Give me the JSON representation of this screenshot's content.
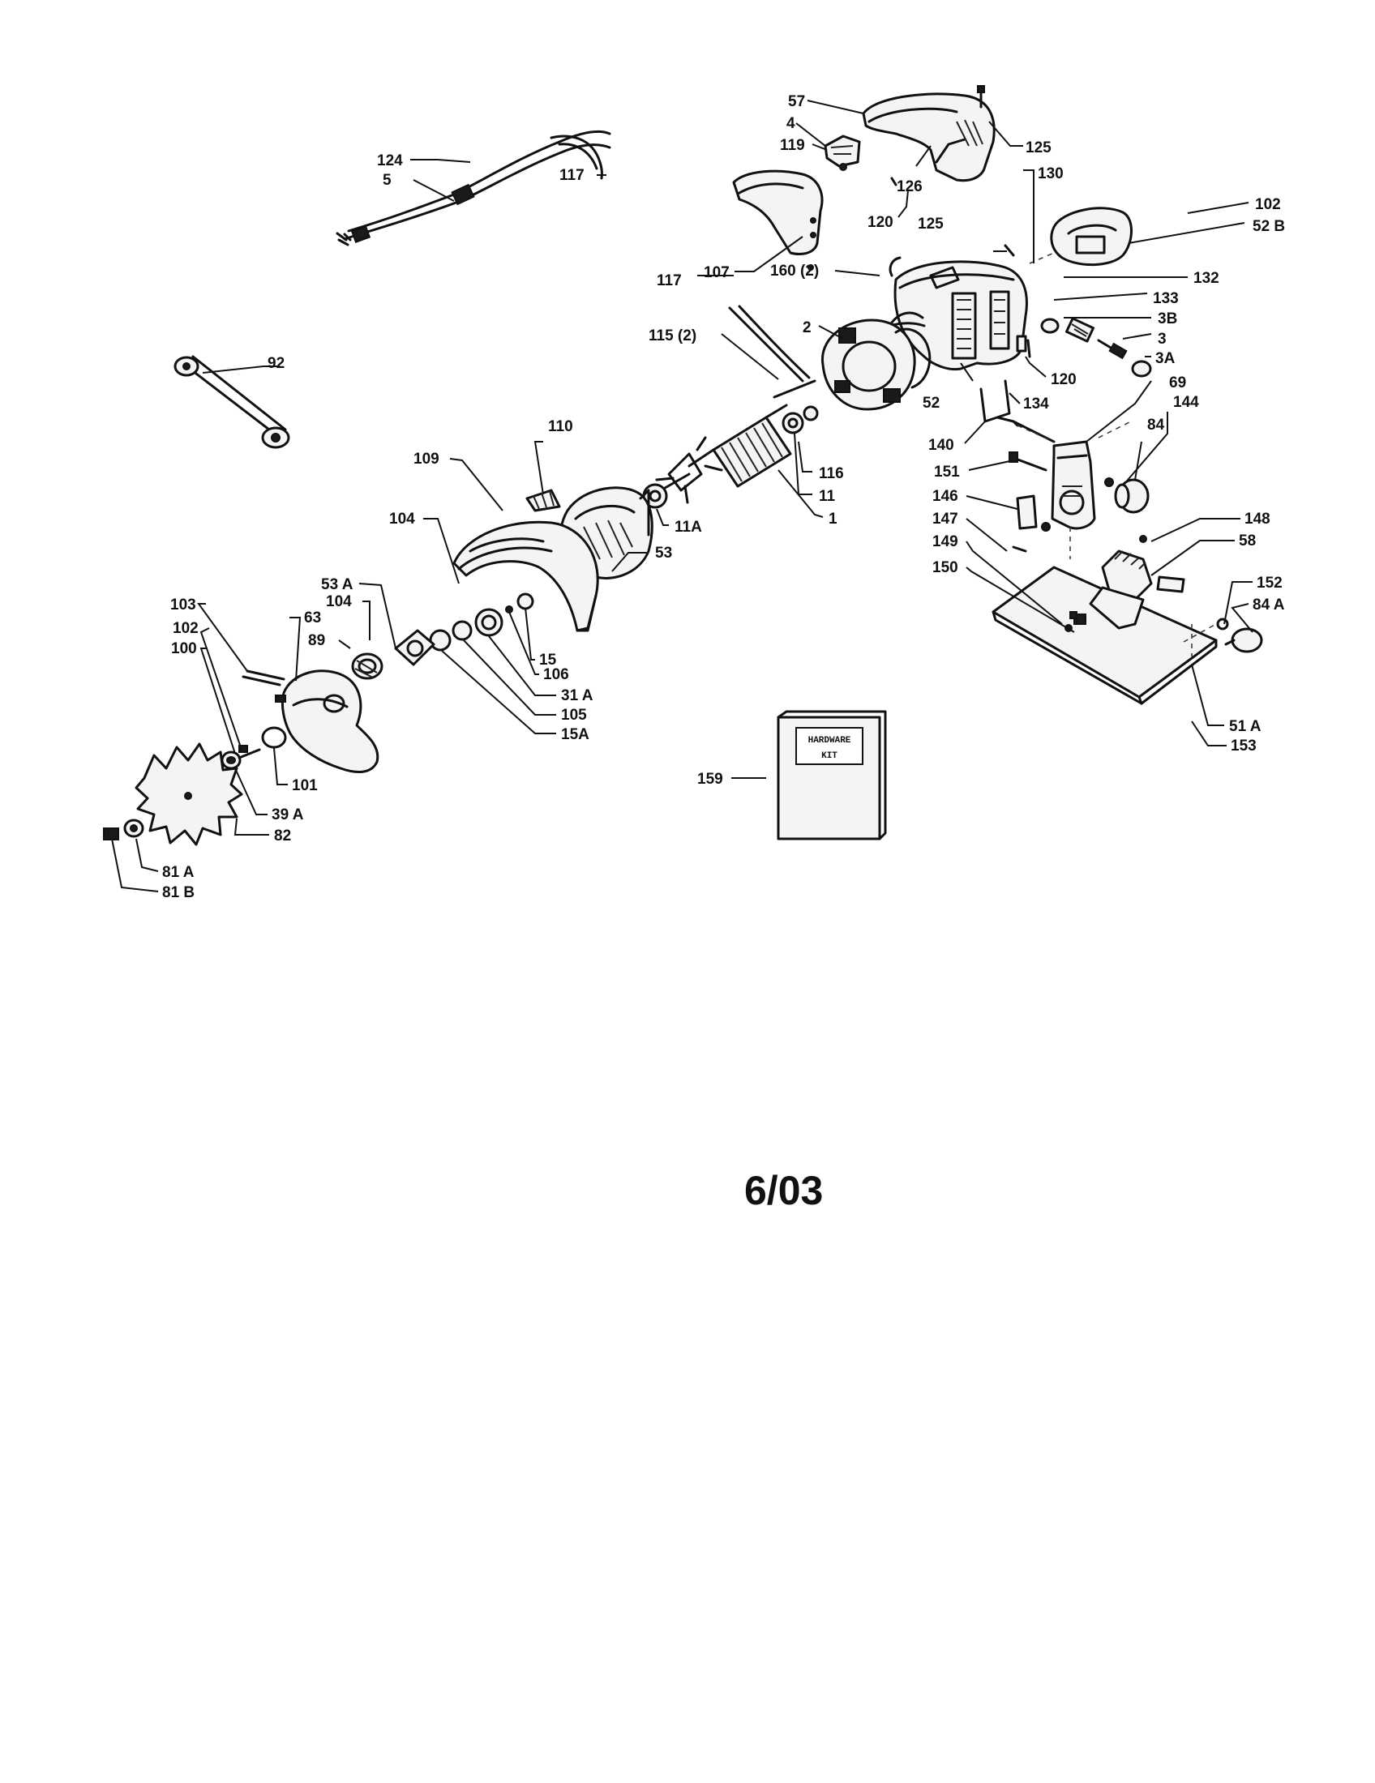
{
  "labels": {
    "l57": "57",
    "l4": "4",
    "l119": "119",
    "l125a": "125",
    "l126": "126",
    "l120a": "120",
    "l130": "130",
    "l124": "124",
    "l5": "5",
    "l117a": "117",
    "l107": "107",
    "l125b": "125",
    "l102a": "102",
    "l52b": "52 B",
    "l160": "160 (2)",
    "l132": "132",
    "l117b": "117",
    "l133": "133",
    "l3b": "3B",
    "l115": "115 (2)",
    "l2": "2",
    "l3": "3",
    "l3a": "3A",
    "l120b": "120",
    "l92": "92",
    "l52": "52",
    "l134": "134",
    "l69": "69",
    "l144": "144",
    "l110": "110",
    "l84": "84",
    "l109": "109",
    "l116": "116",
    "l140": "140",
    "l151": "151",
    "l11": "11",
    "l1": "1",
    "l146": "146",
    "l104a": "104",
    "l11a": "11A",
    "l147": "147",
    "l148": "148",
    "l53": "53",
    "l58": "58",
    "l149": "149",
    "l150": "150",
    "l152": "152",
    "l84a": "84 A",
    "l53a": "53 A",
    "l104b": "104",
    "l103": "103",
    "l63": "63",
    "l89": "89",
    "l15": "15",
    "l102b": "102",
    "l106": "106",
    "l100": "100",
    "l31a": "31 A",
    "l105": "105",
    "l15a": "15A",
    "l51a": "51 A",
    "l153": "153",
    "l101": "101",
    "l159": "159",
    "l39a": "39 A",
    "l82": "82",
    "l81a": "81 A",
    "l81b": "81 B"
  },
  "kit": {
    "line1": "HARDWARE",
    "line2": "KIT"
  },
  "date": "6/03"
}
